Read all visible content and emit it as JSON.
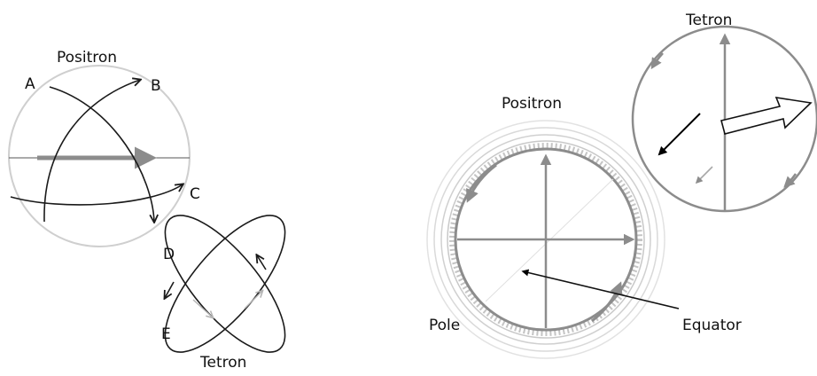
{
  "labels": {
    "left_positron": "Positron",
    "point_a": "A",
    "point_b": "B",
    "point_c": "C",
    "point_d": "D",
    "point_e": "E",
    "left_tetron": "Tetron",
    "right_positron": "Positron",
    "right_tetron": "Tetron",
    "pole": "Pole",
    "equator": "Equator"
  },
  "colors": {
    "dark_stroke": "#1a1a1a",
    "mid_gray": "#8c8c8c",
    "light_gray": "#c8c8c8",
    "pale_gray": "#dedede",
    "black_arrow": "#000000"
  }
}
